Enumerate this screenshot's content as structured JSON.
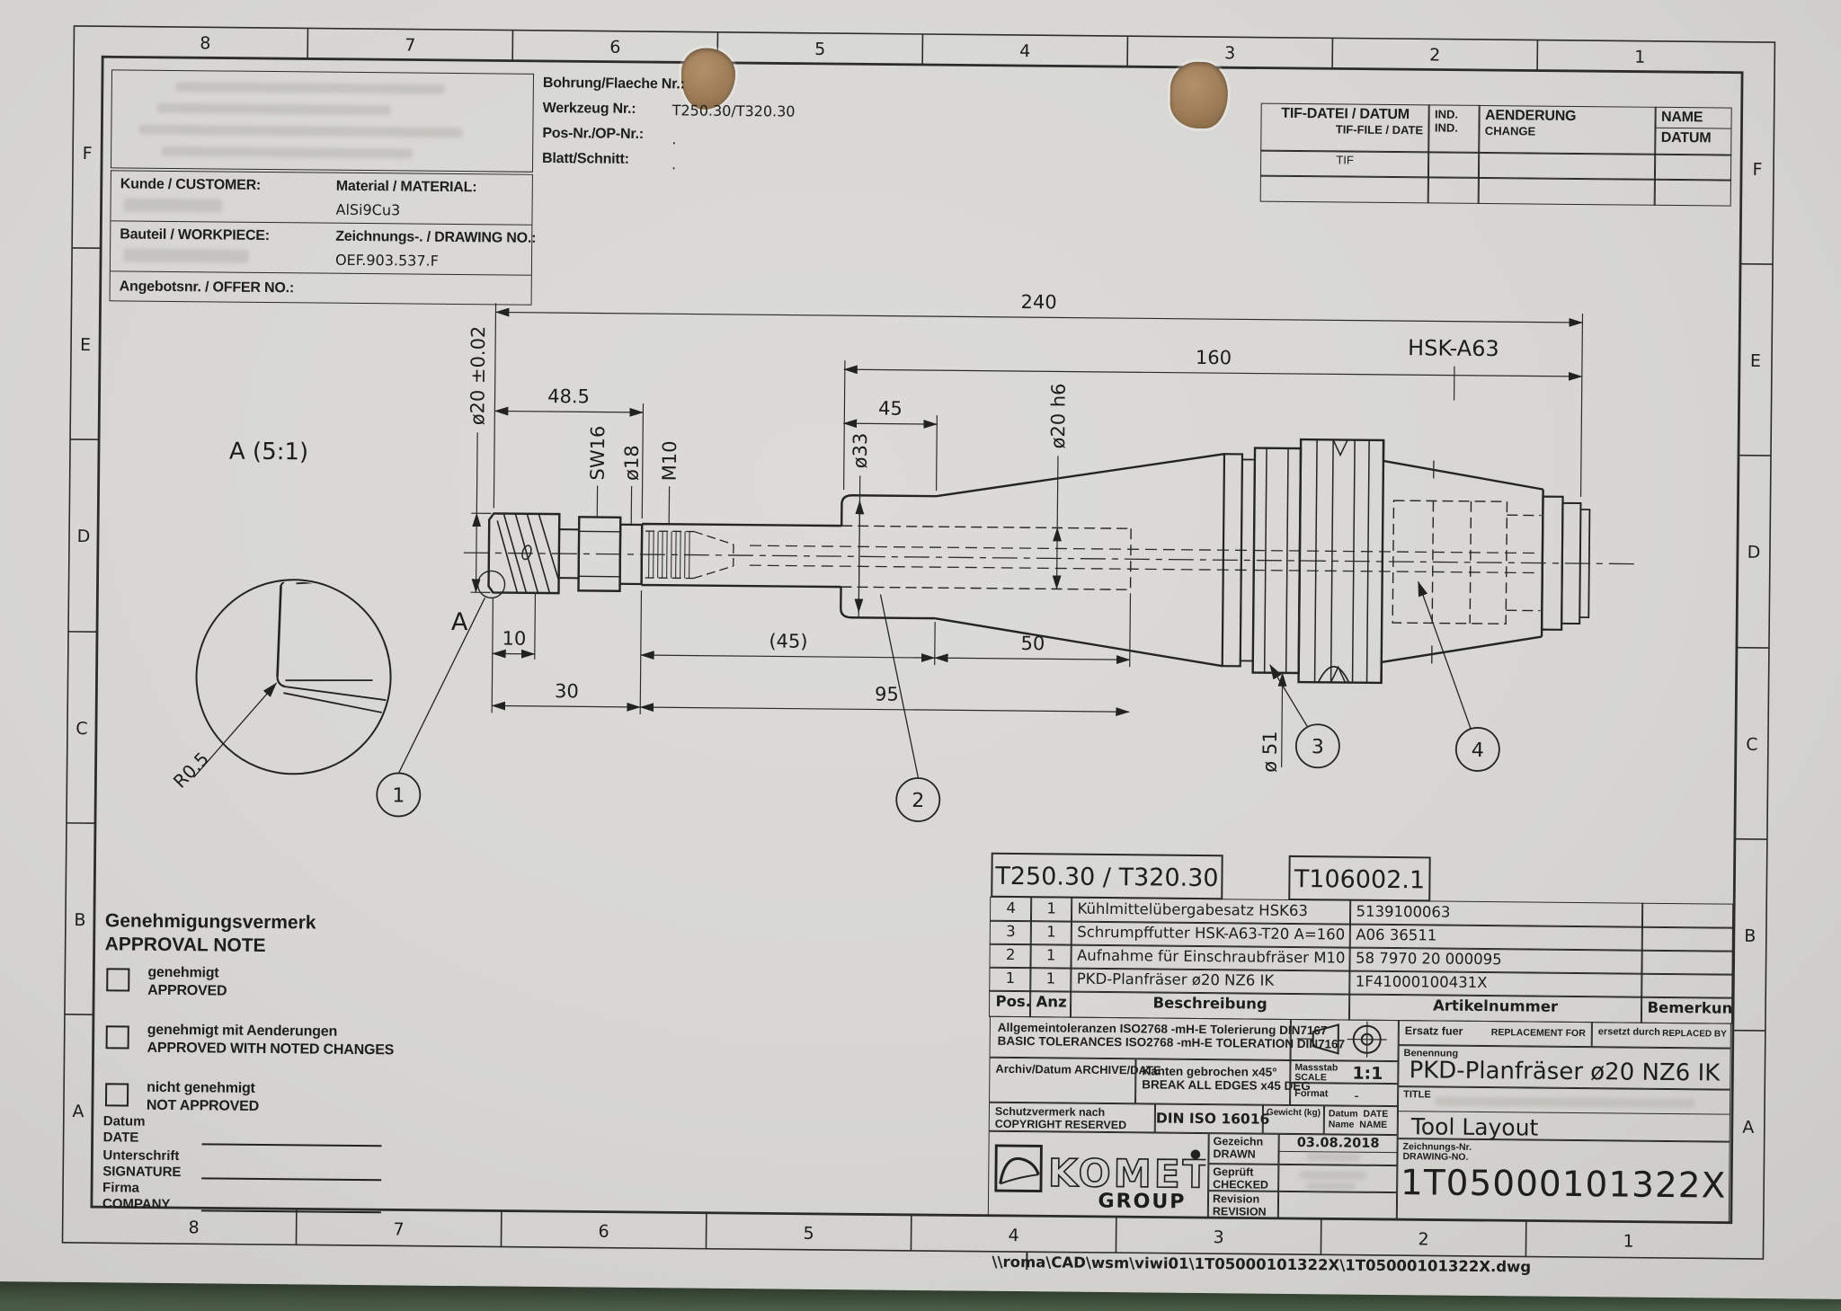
{
  "border": {
    "columns": [
      "8",
      "7",
      "6",
      "5",
      "4",
      "3",
      "2",
      "1"
    ],
    "rows": [
      "F",
      "E",
      "D",
      "C",
      "B",
      "A"
    ]
  },
  "header_left": {
    "kunde_label": "Kunde / CUSTOMER:",
    "material_label": "Material / MATERIAL:",
    "material_value": "AlSi9Cu3",
    "bauteil_label": "Bauteil / WORKPIECE:",
    "zeichnung_label": "Zeichnungs-. / DRAWING NO.:",
    "zeichnung_value": "OEF.903.537.F",
    "angebot_label": "Angebotsnr. / OFFER NO.:"
  },
  "header_mid": {
    "bohrung_label": "Bohrung/Flaeche Nr.:",
    "werkzeug_label": "Werkzeug Nr.:",
    "werkzeug_value": "T250.30/T320.30",
    "pos_label": "Pos-Nr./OP-Nr.:",
    "pos_value": ".",
    "blatt_label": "Blatt/Schnitt:",
    "blatt_value": "."
  },
  "header_right": {
    "tif_label": "TIF-DATEI / DATUM",
    "tif_label2": "TIF-FILE / DATE",
    "ind_label": "IND.",
    "ind_label2": "IND.",
    "aenderung_label": "AENDERUNG",
    "change_label": "CHANGE",
    "name_label": "NAME",
    "datum_label": "DATUM",
    "tif_row": "TIF"
  },
  "drawing": {
    "detail_label": "A (5:1)",
    "radius_label": "R0.5",
    "view_arrow_label": "A",
    "balloons": [
      "1",
      "2",
      "3",
      "4"
    ],
    "dims": {
      "overall": "240",
      "holder": "160",
      "front": "48.5",
      "nose": "45",
      "d20": "ø20 ±0.02",
      "sw16": "SW16",
      "d18": "ø18",
      "m10": "M10",
      "d33": "ø33",
      "d20h6": "ø20 h6",
      "hsk": "HSK-A63",
      "d51": "ø 51",
      "len10": "10",
      "len45": "(45)",
      "len50": "50",
      "len30": "30",
      "len95": "95"
    }
  },
  "parts_table": {
    "tool_ids": [
      "T250.30 / T320.30",
      "T106002.1"
    ],
    "col_headers": {
      "pos": "Pos.",
      "anz": "Anz",
      "descr": "Beschreibung",
      "art": "Artikelnummer",
      "bem": "Bemerkung"
    },
    "rows": [
      {
        "pos": "4",
        "anz": "1",
        "descr": "Kühlmittelübergabesatz HSK63",
        "art": "5139100063",
        "bem": ""
      },
      {
        "pos": "3",
        "anz": "1",
        "descr": "Schrumpffutter HSK-A63-T20 A=160",
        "art": "A06 36511",
        "bem": ""
      },
      {
        "pos": "2",
        "anz": "1",
        "descr": "Aufnahme für Einschraubfräser M10",
        "art": "58 7970 20 000095",
        "bem": ""
      },
      {
        "pos": "1",
        "anz": "1",
        "descr": "PKD-Planfräser ø20 NZ6 IK",
        "art": "1F41000100431X",
        "bem": ""
      }
    ]
  },
  "title_block": {
    "tolerance_line1": "Allgemeintoleranzen ISO2768 -mH-E  Tolerierung DIN7167",
    "tolerance_line2": "BASIC TOLERANCES ISO2768 -mH-E  TOLERATION DIN7167",
    "ersatz_label": "Ersatz fuer",
    "replacement_label": "REPLACEMENT FOR",
    "ersetzt_label": "ersetzt durch",
    "replaced_label": "REPLACED BY",
    "archiv_label": "Archiv/Datum  ARCHIVE/DATE",
    "kanten_line1": "Kanten gebrochen  x45°",
    "kanten_line2": "BREAK ALL EDGES  x45 DEG",
    "massstab_label": "Massstab",
    "scale_label": "SCALE",
    "scale_value": "1:1",
    "format_label": "Format",
    "format_value": "-",
    "benennung_label": "Benennung",
    "benennung_value": "PKD-Planfräser ø20 NZ6 IK",
    "schutz_line1": "Schutzvermerk nach",
    "schutz_line2": "COPYRIGHT RESERVED",
    "din_value": "DIN ISO 16016",
    "gewicht_label": "Gewicht (kg)",
    "datum_label": "Datum",
    "date_label": "DATE",
    "name_label1": "Name",
    "name_label2": "NAME",
    "title_label": "TITLE",
    "title_value": "Tool Layout",
    "gezeichn_label": "Gezeichn",
    "drawn_label": "DRAWN",
    "drawn_date": "03.08.2018",
    "geprueft_label": "Geprüft",
    "checked_label": "CHECKED",
    "revision_label": "Revision",
    "revision_label2": "REVISION",
    "zeichnr_label": "Zeichnungs-Nr.",
    "drawingno_label": "DRAWING-NO.",
    "drawing_number": "1T05000101322X",
    "logo_text": "KOMET",
    "logo_sub": "GROUP"
  },
  "approval": {
    "title_de": "Genehmigungsvermerk",
    "title_en": "APPROVAL NOTE",
    "options": [
      {
        "de": "genehmigt",
        "en": "APPROVED"
      },
      {
        "de": "genehmigt mit Aenderungen",
        "en": "APPROVED WITH NOTED CHANGES"
      },
      {
        "de": "nicht genehmigt",
        "en": "NOT APPROVED"
      }
    ],
    "fields": [
      {
        "de": "Datum",
        "en": "DATE"
      },
      {
        "de": "Unterschrift",
        "en": "SIGNATURE"
      },
      {
        "de": "Firma",
        "en": "COMPANY"
      }
    ]
  },
  "footer": {
    "file_path": "\\\\roma\\CAD\\wsm\\viwi01\\1T05000101322X\\1T05000101322X.dwg"
  }
}
